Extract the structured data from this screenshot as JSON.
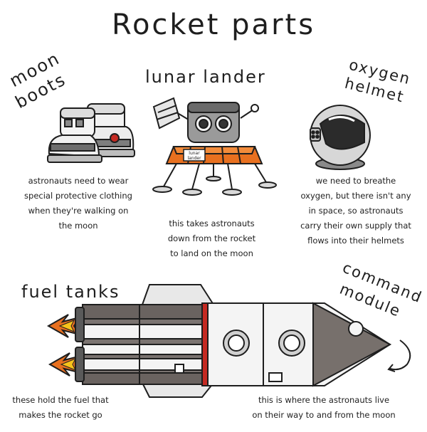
{
  "title": "Rocket parts",
  "parts": {
    "moon_boots": {
      "heading_line1": "moon",
      "heading_line2": "boots",
      "caption": [
        "astronauts need to wear",
        "special protective clothing",
        "when they're walking on",
        "the moon"
      ]
    },
    "lunar_lander": {
      "heading": "lunar lander",
      "badge_line1": "lunar",
      "badge_line2": "lander",
      "caption": [
        "this takes astronauts",
        "down from the rocket",
        "to land on the moon"
      ]
    },
    "oxygen_helmet": {
      "heading_line1": "oxygen",
      "heading_line2": "helmet",
      "caption": [
        "we need to breathe",
        "oxygen, but there isn't any",
        "in space, so astronauts",
        "carry their own supply that",
        "flows into their helmets"
      ]
    },
    "fuel_tanks": {
      "heading": "fuel tanks",
      "caption": [
        "these hold the fuel that",
        "makes the rocket go"
      ]
    },
    "command_module": {
      "heading_line1": "command",
      "heading_line2": "module",
      "caption": [
        "this is where the astronauts live",
        "on their way to and from the moon"
      ]
    }
  },
  "colors": {
    "ink": "#1e1e1e",
    "orange": "#e8701f",
    "red": "#c52a22",
    "flame_yellow": "#f7c21a",
    "metal": "#c9c9c9",
    "dark_metal": "#5a5a5a"
  }
}
